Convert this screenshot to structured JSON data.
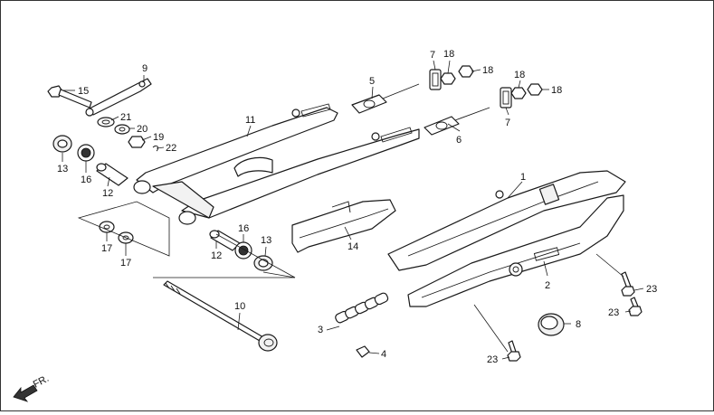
{
  "diagram": {
    "direction_label": "FR.",
    "callouts": [
      "1",
      "2",
      "3",
      "4",
      "5",
      "6",
      "7",
      "7",
      "8",
      "9",
      "10",
      "11",
      "12",
      "12",
      "13",
      "13",
      "14",
      "15",
      "16",
      "16",
      "17",
      "17",
      "18",
      "18",
      "18",
      "18",
      "19",
      "20",
      "21",
      "22",
      "23",
      "23",
      "23"
    ]
  }
}
